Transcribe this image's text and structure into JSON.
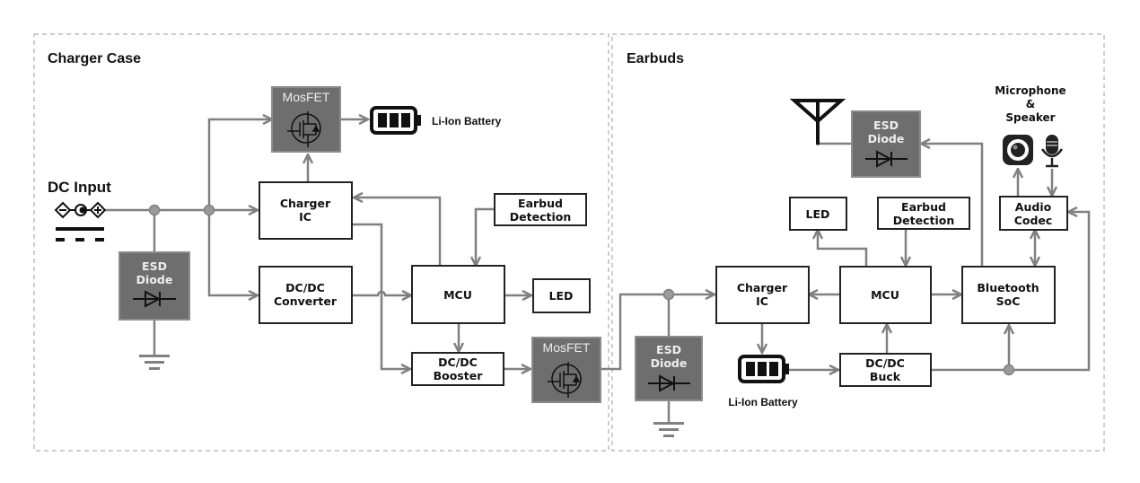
{
  "sections": {
    "charger_case": "Charger Case",
    "earbuds": "Earbuds"
  },
  "charger_case": {
    "dc_input": "DC Input",
    "mosfet_top": "MosFET",
    "battery_label": "Li-Ion Battery",
    "charger_ic": [
      "Charger",
      "IC"
    ],
    "esd_diode": [
      "ESD",
      "Diode"
    ],
    "dcdc_converter": [
      "DC/DC",
      "Converter"
    ],
    "earbud_detection": [
      "Earbud",
      "Detection"
    ],
    "mcu": "MCU",
    "led": "LED",
    "dcdc_booster": [
      "DC/DC",
      "Booster"
    ],
    "mosfet_out": "MosFET"
  },
  "earbuds": {
    "esd_diode_out": [
      "ESD",
      "Diode"
    ],
    "esd_diode_antenna": [
      "ESD",
      "Diode"
    ],
    "mic_speaker": [
      "Microphone",
      "&",
      "Speaker"
    ],
    "audio_codec": [
      "Audio",
      "Codec"
    ],
    "led": "LED",
    "earbud_detection": [
      "Earbud",
      "Detection"
    ],
    "charger_ic": [
      "Charger",
      "IC"
    ],
    "mcu": "MCU",
    "bluetooth_soc": [
      "Bluetooth",
      "SoC"
    ],
    "battery_label": "Li-Ion Battery",
    "dcdc_buck": [
      "DC/DC",
      "Buck"
    ]
  },
  "colors": {
    "wire": "#808080",
    "dark_block": "#6e6e6e",
    "frame": "#bdbdbd"
  }
}
